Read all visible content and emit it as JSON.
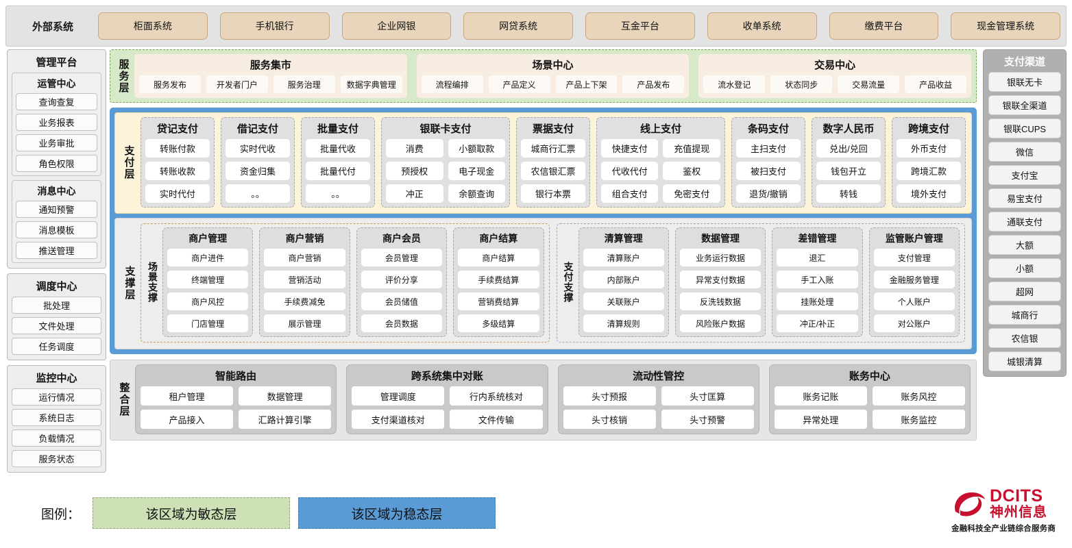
{
  "external": {
    "title": "外部系统",
    "items": [
      "柜面系统",
      "手机银行",
      "企业网银",
      "网贷系统",
      "互金平台",
      "收单系统",
      "缴费平台",
      "现金管理系统"
    ]
  },
  "left_sidebar": {
    "title": "管理平台",
    "groups": [
      {
        "title": "运管中心",
        "items": [
          "查询查复",
          "业务报表",
          "业务审批",
          "角色权限"
        ]
      },
      {
        "title": "消息中心",
        "items": [
          "通知预警",
          "消息模板",
          "推送管理"
        ]
      }
    ],
    "standalone": [
      {
        "title": "调度中心",
        "items": [
          "批处理",
          "文件处理",
          "任务调度"
        ]
      },
      {
        "title": "监控中心",
        "items": [
          "运行情况",
          "系统日志",
          "负载情况",
          "服务状态"
        ]
      }
    ]
  },
  "right_sidebar": {
    "title": "支付渠道",
    "items": [
      "银联无卡",
      "银联全渠道",
      "银联CUPS",
      "微信",
      "支付宝",
      "易宝支付",
      "通联支付",
      "大额",
      "小额",
      "超网",
      "城商行",
      "农信银",
      "城银清算"
    ]
  },
  "service_layer": {
    "label": "服务层",
    "groups": [
      {
        "title": "服务集市",
        "items": [
          "服务发布",
          "开发者门户",
          "服务治理",
          "数据字典管理"
        ]
      },
      {
        "title": "场景中心",
        "items": [
          "流程编排",
          "产品定义",
          "产品上下架",
          "产品发布"
        ]
      },
      {
        "title": "交易中心",
        "items": [
          "流水登记",
          "状态同步",
          "交易流量",
          "产品收益"
        ]
      }
    ]
  },
  "pay_layer": {
    "label": "支付层",
    "columns": [
      {
        "title": "贷记支付",
        "width": 1,
        "rows": [
          [
            "转账付款"
          ],
          [
            "转账收款"
          ],
          [
            "实时代付"
          ]
        ]
      },
      {
        "title": "借记支付",
        "width": 1,
        "rows": [
          [
            "实时代收"
          ],
          [
            "资金归集"
          ],
          [
            "。。"
          ]
        ]
      },
      {
        "title": "批量支付",
        "width": 1,
        "rows": [
          [
            "批量代收"
          ],
          [
            "批量代付"
          ],
          [
            "。。"
          ]
        ]
      },
      {
        "title": "银联卡支付",
        "width": 2,
        "rows": [
          [
            "消费",
            "小额取款"
          ],
          [
            "预授权",
            "电子现金"
          ],
          [
            "冲正",
            "余额查询"
          ]
        ]
      },
      {
        "title": "票据支付",
        "width": 1,
        "rows": [
          [
            "城商行汇票"
          ],
          [
            "农信银汇票"
          ],
          [
            "银行本票"
          ]
        ]
      },
      {
        "title": "线上支付",
        "width": 2,
        "rows": [
          [
            "快捷支付",
            "充值提现"
          ],
          [
            "代收代付",
            "鉴权"
          ],
          [
            "组合支付",
            "免密支付"
          ]
        ]
      },
      {
        "title": "条码支付",
        "width": 1,
        "rows": [
          [
            "主扫支付"
          ],
          [
            "被扫支付"
          ],
          [
            "退货/撤销"
          ]
        ]
      },
      {
        "title": "数字人民币",
        "width": 1,
        "rows": [
          [
            "兑出/兑回"
          ],
          [
            "钱包开立"
          ],
          [
            "转钱"
          ]
        ]
      },
      {
        "title": "跨境支付",
        "width": 1,
        "rows": [
          [
            "外币支付"
          ],
          [
            "跨境汇款"
          ],
          [
            "境外支付"
          ]
        ]
      }
    ]
  },
  "support_layer": {
    "label": "支撑层",
    "halves": [
      {
        "label": "场景支撑",
        "columns": [
          {
            "title": "商户管理",
            "items": [
              "商户进件",
              "终端管理",
              "商户风控",
              "门店管理"
            ]
          },
          {
            "title": "商户营销",
            "items": [
              "商户营销",
              "营销活动",
              "手续费减免",
              "展示管理"
            ]
          },
          {
            "title": "商户会员",
            "items": [
              "会员管理",
              "评价分享",
              "会员储值",
              "会员数据"
            ]
          },
          {
            "title": "商户结算",
            "items": [
              "商户结算",
              "手续费结算",
              "营销费结算",
              "多级结算"
            ]
          }
        ]
      },
      {
        "label": "支付支撑",
        "columns": [
          {
            "title": "清算管理",
            "items": [
              "清算账户",
              "内部账户",
              "关联账户",
              "清算规则"
            ]
          },
          {
            "title": "数据管理",
            "items": [
              "业务运行数据",
              "异常支付数据",
              "反洗钱数据",
              "风险账户数据"
            ]
          },
          {
            "title": "差错管理",
            "items": [
              "退汇",
              "手工入账",
              "挂账处理",
              "冲正/补正"
            ]
          },
          {
            "title": "监管账户管理",
            "items": [
              "支付管理",
              "金融服务管理",
              "个人账户",
              "对公账户"
            ]
          }
        ]
      }
    ]
  },
  "integration_layer": {
    "label": "整合层",
    "groups": [
      {
        "title": "智能路由",
        "rows": [
          [
            "租户管理",
            "数据管理"
          ],
          [
            "产品接入",
            "汇路计算引擎"
          ]
        ]
      },
      {
        "title": "跨系统集中对账",
        "rows": [
          [
            "管理调度",
            "行内系统核对"
          ],
          [
            "支付渠道核对",
            "文件传输"
          ]
        ]
      },
      {
        "title": "流动性管控",
        "rows": [
          [
            "头寸预报",
            "头寸匡算"
          ],
          [
            "头寸核销",
            "头寸预警"
          ]
        ]
      },
      {
        "title": "账务中心",
        "rows": [
          [
            "账务记账",
            "账务风控"
          ],
          [
            "异常处理",
            "账务监控"
          ]
        ]
      }
    ]
  },
  "legend": {
    "label": "图例：",
    "agile": "该区域为敏态层",
    "stable": "该区域为稳态层",
    "agile_color": "#cde0b6",
    "stable_color": "#5b9bd5"
  },
  "logo": {
    "brand_en": "DCITS",
    "brand_cn": "神州信息",
    "tagline": "金融科技全产业链综合服务商",
    "brand_color": "#c8102e"
  }
}
